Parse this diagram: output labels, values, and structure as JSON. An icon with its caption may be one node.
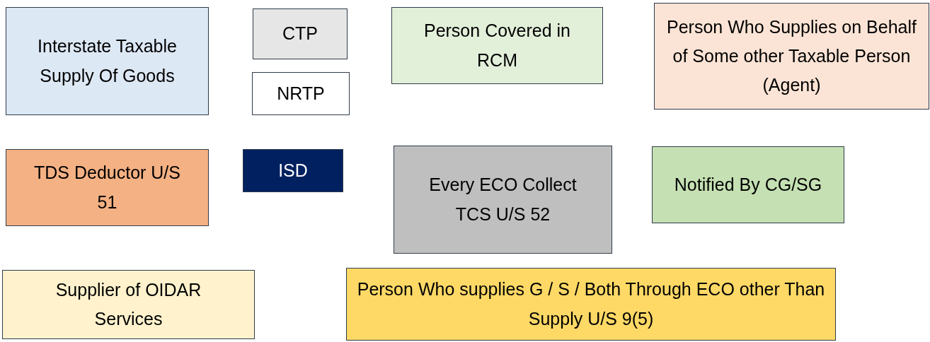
{
  "diagram": {
    "nodes": [
      {
        "text": [
          "Interstate Taxable Supply Of Goods"
        ]
      },
      {
        "text": [
          "CTP"
        ]
      },
      {
        "text": [
          "NRTP"
        ]
      },
      {
        "text": [
          "Person Covered in RCM"
        ]
      },
      {
        "text": [
          "Person Who Supplies on Behalf of Some other Taxable Person (Agent)"
        ]
      },
      {
        "text": [
          "TDS Deductor U/S 51"
        ]
      },
      {
        "text": [
          "ISD"
        ]
      },
      {
        "text": [
          "Every ECO Collect TCS U/S 52"
        ]
      },
      {
        "text": [
          "Notified By CG/SG"
        ]
      },
      {
        "text": [
          "Supplier of OIDAR Services"
        ]
      },
      {
        "text": [
          "Person Who supplies G / S / Both Through ECO other Than Supply U/S 9(5)"
        ]
      }
    ],
    "edges": []
  }
}
